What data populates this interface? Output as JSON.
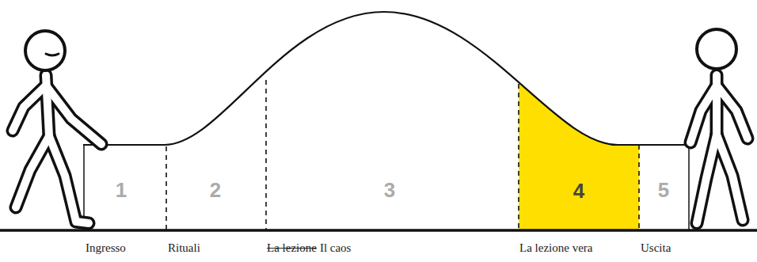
{
  "diagram": {
    "nodes": [
      {
        "text": [
          "4"
        ]
      }
    ],
    "labels": [
      "1",
      "2",
      "3",
      "5",
      "Ingresso",
      "Rituali",
      "La lezione",
      "Il caos",
      "La lezione vera",
      "Uscita"
    ]
  }
}
